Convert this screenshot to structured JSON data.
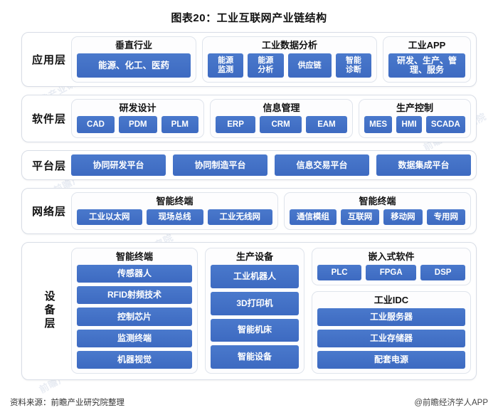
{
  "title": "图表20：工业互联网产业链结构",
  "layers": [
    {
      "label": "应用层",
      "groups": [
        {
          "title": "垂直行业",
          "items": [
            "能源、化工、医药"
          ]
        },
        {
          "title": "工业数据分析",
          "items": [
            "能源\n监测",
            "能源\n分析",
            "供应链",
            "智能\n诊断"
          ]
        },
        {
          "title": "工业APP",
          "items": [
            "研发、生产、管理、服务"
          ]
        }
      ]
    },
    {
      "label": "软件层",
      "groups": [
        {
          "title": "研发设计",
          "items": [
            "CAD",
            "PDM",
            "PLM"
          ]
        },
        {
          "title": "信息管理",
          "items": [
            "ERP",
            "CRM",
            "EAM"
          ]
        },
        {
          "title": "生产控制",
          "items": [
            "MES",
            "HMI",
            "SCADA"
          ]
        }
      ]
    },
    {
      "label": "平台层",
      "items": [
        "协同研发平台",
        "协同制造平台",
        "信息交易平台",
        "数据集成平台"
      ]
    },
    {
      "label": "网络层",
      "groups": [
        {
          "title": "智能终端",
          "items": [
            "工业以太网",
            "现场总线",
            "工业无线网"
          ]
        },
        {
          "title": "智能终端",
          "items": [
            "通信模组",
            "互联网",
            "移动网",
            "专用网"
          ]
        }
      ]
    },
    {
      "label": "设备层",
      "groups": [
        {
          "title": "智能终端",
          "items": [
            "传感器人",
            "RFID射频技术",
            "控制芯片",
            "监测终端",
            "机器视觉"
          ]
        },
        {
          "title": "生产设备",
          "items": [
            "工业机器人",
            "3D打印机",
            "智能机床",
            "智能设备"
          ]
        },
        {
          "title": "嵌入式软件",
          "items": [
            "PLC",
            "FPGA",
            "DSP"
          ]
        },
        {
          "title": "工业IDC",
          "items": [
            "工业服务器",
            "工业存储器",
            "配套电源"
          ]
        }
      ]
    }
  ],
  "footer": {
    "source": "资料来源：前瞻产业研究院整理",
    "credit": "@前瞻经济学人APP"
  },
  "colors": {
    "chip": "#4273c8",
    "card_border": "#dfe4ec",
    "background": "#ffffff"
  },
  "watermarks": [
    "前瞻产业研究院",
    "前瞻产业研究院",
    "前瞻产业研究院",
    "前瞻产业研究院",
    "前瞻产业研究院",
    "前瞻产业研究院"
  ]
}
